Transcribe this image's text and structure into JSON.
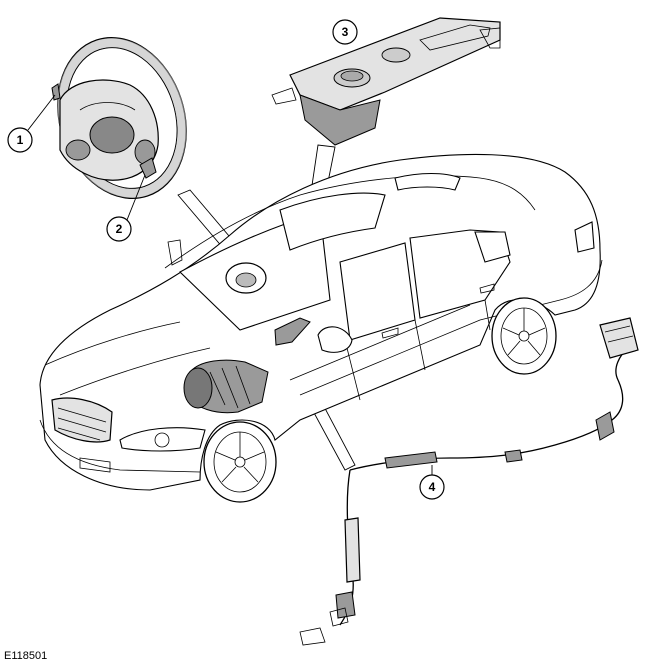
{
  "figure": {
    "code": "E118501",
    "callouts": [
      "1",
      "2",
      "3",
      "4"
    ]
  },
  "components": [
    {
      "callout": "1",
      "icon": "steering-wheel-switch"
    },
    {
      "callout": "2",
      "icon": "steering-wheel-paddle"
    },
    {
      "callout": "3",
      "icon": "transmission-selector-module"
    },
    {
      "callout": "4",
      "icon": "selector-cable-harness"
    }
  ],
  "colors": {
    "line": "#000000",
    "fill_light": "#e3e3e3",
    "fill_dark": "#9a9a9a",
    "background": "#ffffff"
  }
}
